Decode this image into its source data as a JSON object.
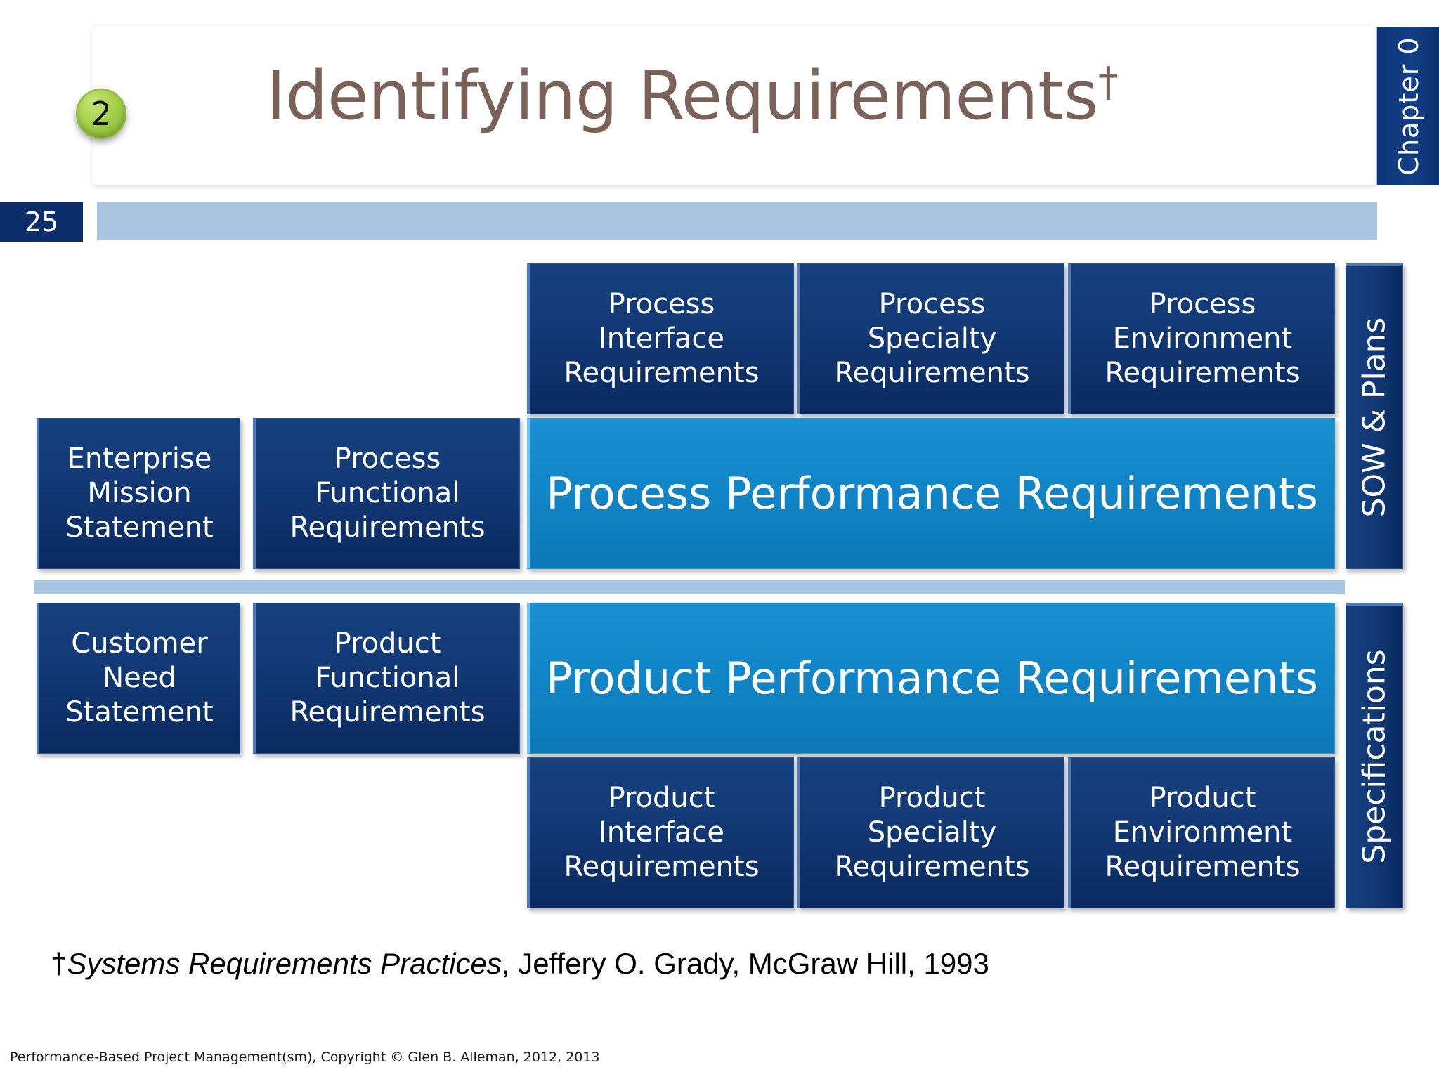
{
  "header": {
    "badge_number": "2",
    "title": "Identifying Requirements",
    "title_dagger": "†",
    "chapter_label": "Chapter 0",
    "page_number": "25"
  },
  "diagram": {
    "process_row": {
      "left_boxes": [
        {
          "lines": [
            "Enterprise",
            "Mission",
            "Statement"
          ]
        },
        {
          "lines": [
            "Process",
            "Functional",
            "Requirements"
          ]
        }
      ],
      "top_boxes": [
        {
          "lines": [
            "Process",
            "Interface",
            "Requirements"
          ]
        },
        {
          "lines": [
            "Process",
            "Specialty",
            "Requirements"
          ]
        },
        {
          "lines": [
            "Process",
            "Environment",
            "Requirements"
          ]
        }
      ],
      "banner": "Process Performance Requirements",
      "side_label": "SOW & Plans"
    },
    "product_row": {
      "left_boxes": [
        {
          "lines": [
            "Customer",
            "Need",
            "Statement"
          ]
        },
        {
          "lines": [
            "Product",
            "Functional",
            "Requirements"
          ]
        }
      ],
      "bottom_boxes": [
        {
          "lines": [
            "Product",
            "Interface",
            "Requirements"
          ]
        },
        {
          "lines": [
            "Product",
            "Specialty",
            "Requirements"
          ]
        },
        {
          "lines": [
            "Product",
            "Environment",
            "Requirements"
          ]
        }
      ],
      "banner": "Product Performance Requirements",
      "side_label": "Specifications"
    }
  },
  "footnote": {
    "marker": "†",
    "book_title": "Systems Requirements Practices",
    "rest": ", Jeffery O. Grady, McGraw Hill, 1993"
  },
  "copyright": "Performance-Based Project Management(sm), Copyright © Glen B. Alleman, 2012, 2013",
  "colors": {
    "navy": "#123a76",
    "navy_dark": "#0c2f6c",
    "cyan": "#1186c8",
    "light_blue": "#a8c4de",
    "title_brown": "#7a6258",
    "badge_green": "#a7d24e"
  }
}
